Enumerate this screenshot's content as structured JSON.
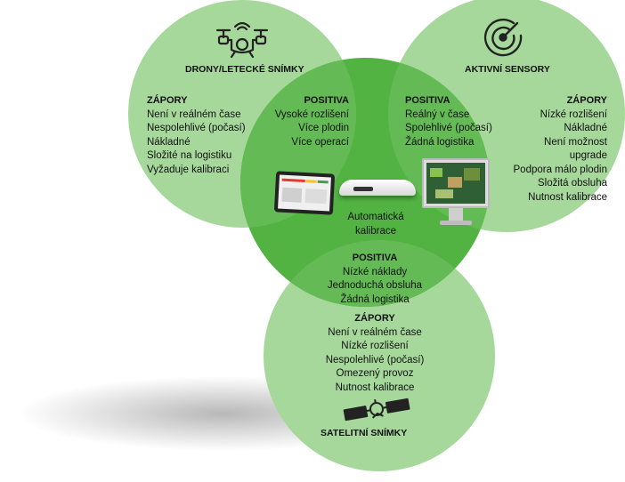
{
  "drones": {
    "title": "DRONY/LETECKÉ SNÍMKY",
    "cons_heading": "ZÁPORY",
    "cons": [
      "Není v reálném čase",
      "Nespolehlivé (počasí)",
      "Nákladné",
      "Složité na logistiku",
      "Vyžaduje kalibraci"
    ],
    "icon": "drone-icon"
  },
  "active": {
    "title": "AKTIVNÍ SENSORY",
    "cons_heading": "ZÁPORY",
    "cons": [
      "Nízké rozlišení",
      "Nákladné",
      "Není možnost",
      "upgrade",
      "Podpora málo plodin",
      "Složitá obsluha",
      "Nutnost kalibrace"
    ],
    "icon": "radar-icon"
  },
  "satellite": {
    "title": "SATELITNÍ SNÍMKY",
    "cons_heading": "ZÁPORY",
    "cons": [
      "Není v reálném čase",
      "Nízké rozlišení",
      "Nespolehlivé (počasí)",
      "Omezený provoz",
      "Nutnost kalibrace"
    ],
    "icon": "satellite-icon"
  },
  "overlap_drones": {
    "heading": "POSITIVA",
    "items": [
      "Vysoké rozlišení",
      "Více plodin",
      "Více operací"
    ]
  },
  "overlap_active": {
    "heading": "POSITIVA",
    "items": [
      "Reálný v čase",
      "Spolehlivé (počasí)",
      "Žádná logistika"
    ]
  },
  "overlap_satellite": {
    "heading": "POSITIVA",
    "items": [
      "Nízké náklady",
      "Jednoduchá obsluha",
      "Žádná logistika"
    ]
  },
  "center": {
    "label_lines": [
      "Automatická",
      "kalibrace"
    ]
  },
  "colors": {
    "light_green": "#a5d89a",
    "dark_green": "#52b242",
    "text": "#111111"
  }
}
